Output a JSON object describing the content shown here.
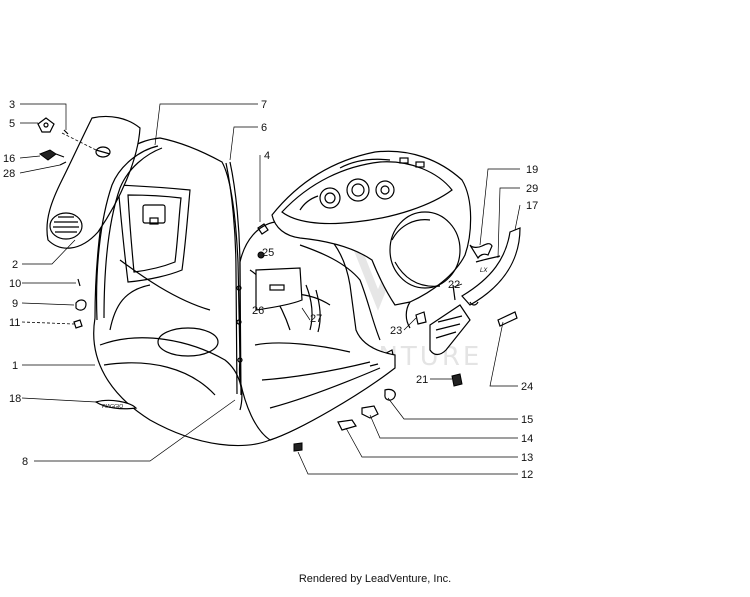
{
  "diagram": {
    "callouts": [
      {
        "id": "c3",
        "label": "3"
      },
      {
        "id": "c5",
        "label": "5"
      },
      {
        "id": "c16",
        "label": "16"
      },
      {
        "id": "c28",
        "label": "28"
      },
      {
        "id": "c2",
        "label": "2"
      },
      {
        "id": "c10",
        "label": "10"
      },
      {
        "id": "c9",
        "label": "9"
      },
      {
        "id": "c11",
        "label": "11"
      },
      {
        "id": "c1",
        "label": "1"
      },
      {
        "id": "c18",
        "label": "18"
      },
      {
        "id": "c8",
        "label": "8"
      },
      {
        "id": "c7",
        "label": "7"
      },
      {
        "id": "c6",
        "label": "6"
      },
      {
        "id": "c4",
        "label": "4"
      },
      {
        "id": "c25",
        "label": "25"
      },
      {
        "id": "c26",
        "label": "26"
      },
      {
        "id": "c27",
        "label": "27"
      },
      {
        "id": "c19",
        "label": "19"
      },
      {
        "id": "c29",
        "label": "29"
      },
      {
        "id": "c17",
        "label": "17"
      },
      {
        "id": "c22",
        "label": "22"
      },
      {
        "id": "c23",
        "label": "23"
      },
      {
        "id": "c21",
        "label": "21"
      },
      {
        "id": "c24",
        "label": "24"
      },
      {
        "id": "c15",
        "label": "15"
      },
      {
        "id": "c14",
        "label": "14"
      },
      {
        "id": "c13",
        "label": "13"
      },
      {
        "id": "c12",
        "label": "12"
      }
    ],
    "badge_text": "PIAGGIO",
    "side_badge_text": "LX",
    "watermark": "LEADVENTURE"
  },
  "credit": "Rendered by LeadVenture, Inc."
}
